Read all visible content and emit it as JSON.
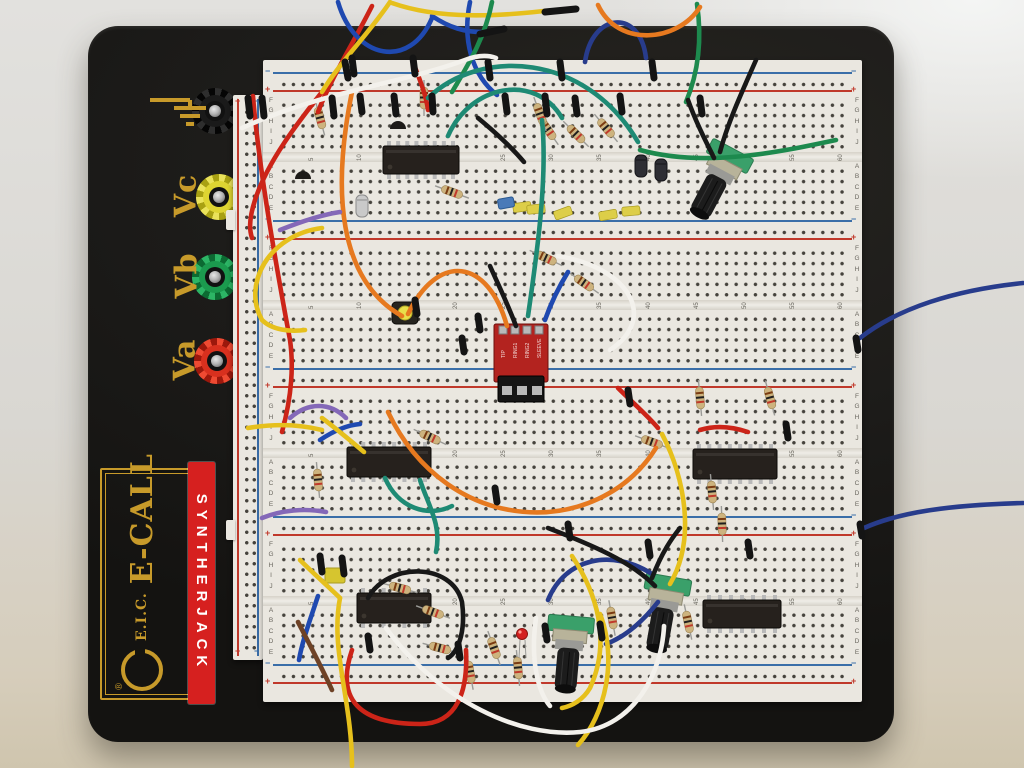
{
  "panel": {
    "jacks": [
      {
        "id": "gnd",
        "label": "",
        "color": "#1a1a1a"
      },
      {
        "id": "vc",
        "label": "Vc",
        "color": "#e2d83c"
      },
      {
        "id": "vb",
        "label": "Vb",
        "color": "#1fa055"
      },
      {
        "id": "va",
        "label": "Va",
        "color": "#df3220"
      }
    ],
    "logo": {
      "prefix": "E.I.C.",
      "registered": "®",
      "brand": "E-CALL"
    },
    "sticker": {
      "text": "SYNTHERJACK"
    }
  },
  "breadboard": {
    "upper_rows": [
      "F",
      "G",
      "H",
      "I",
      "J"
    ],
    "lower_rows": [
      "A",
      "B",
      "C",
      "D",
      "E"
    ],
    "column_numbers": [
      5,
      10,
      15,
      20,
      25,
      30,
      35,
      40,
      45,
      50,
      55,
      60
    ],
    "plus": "+",
    "minus": "−"
  },
  "module": {
    "pin_labels": [
      "TIP",
      "RING1",
      "RING2",
      "SLEEVE"
    ]
  },
  "palette": {
    "board_black": "#1c1b19",
    "breadboard": "#eae7e0",
    "rail_red": "#c0392b",
    "rail_blue": "#3a6ea8",
    "gold": "#c79a2a",
    "sticker_red": "#d6201f",
    "wire_red": "#cc2418",
    "wire_blue": "#1f49b0",
    "wire_navy": "#283c8c",
    "wire_yellow": "#e6c01c",
    "wire_green": "#1d8a4e",
    "wire_teal": "#1e8a74",
    "wire_orange": "#e6791f",
    "wire_white": "#f3f1ec",
    "wire_black": "#181818",
    "wire_purple": "#8468b8",
    "wire_brown": "#6e4226",
    "ic_black": "#26211d",
    "pin_silver": "#b9b9b9",
    "resistor_tan": "#cdb37e",
    "pot_green": "#3aa06a",
    "module_red": "#b3231f",
    "film_cap_yellow": "#ddce48",
    "cap_blue": "#4a7ab8",
    "led_red": "#d42020"
  }
}
